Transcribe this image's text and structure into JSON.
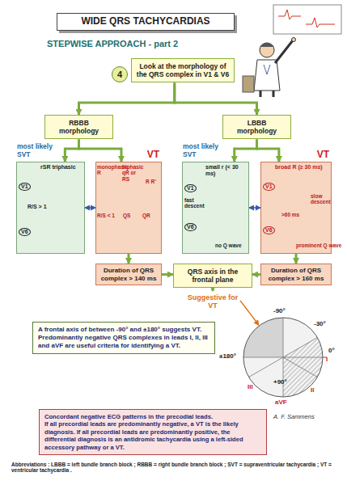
{
  "diagram": {
    "title": "WIDE QRS TACHYCARDIAS",
    "nodes": [
      {
        "text": [
          "4"
        ]
      },
      {
        "text": [
          "Look at the morphology of the QRS complex in V1 & V6"
        ]
      },
      {
        "text": [
          "RBBB morphology"
        ]
      },
      {
        "text": [
          "LBBB morphology"
        ]
      },
      {
        "text": [
          "most likely SVT"
        ]
      },
      {
        "text": [
          "VT"
        ]
      },
      {
        "text": [
          "most likely SVT"
        ]
      },
      {
        "text": [
          "VT"
        ]
      },
      {
        "text": [
          "Duration of QRS complex > 140 ms"
        ]
      },
      {
        "text": [
          "QRS axis in the frontal plane"
        ]
      },
      {
        "text": [
          "Duration of QRS complex > 160 ms"
        ]
      },
      {
        "text": [
          "Suggestive for VT"
        ]
      },
      {
        "text": [
          "-90°",
          "-30°",
          "0°",
          "±180°",
          "+90°",
          "I",
          "II",
          "III",
          "aVF"
        ]
      },
      {
        "text": [
          "A frontal axis of between -90° and ±180° suggests VT.",
          "Predominantly negative QRS complexes in leads I, II, III and aVF are useful criteria for identifying a VT."
        ]
      },
      {
        "text": [
          "Concordant negative ECG patterns in the precodial leads.",
          "If all precordial leads are predominantly negative, a VT is the likely diagnosis. If all precordial leads are predominantly positive, the differential diagnosis is an antidromic tachycardia using a left-sided accessory pathway or a VT."
        ]
      }
    ],
    "edges": [
      {
        "from": 1,
        "to": 2,
        "arrow": "to"
      },
      {
        "from": 1,
        "to": 3,
        "arrow": "to"
      },
      {
        "from": 2,
        "to": 4,
        "arrow": "to"
      },
      {
        "from": 2,
        "to": 5,
        "arrow": "to"
      },
      {
        "from": 3,
        "to": 6,
        "arrow": "to"
      },
      {
        "from": 3,
        "to": 7,
        "arrow": "to"
      },
      {
        "from": 4,
        "to": 5,
        "arrow": "both"
      },
      {
        "from": 6,
        "to": 7,
        "arrow": "both"
      },
      {
        "from": 5,
        "to": 8,
        "arrow": "to"
      },
      {
        "from": 7,
        "to": 10,
        "arrow": "to"
      },
      {
        "from": 8,
        "to": 9,
        "arrow": "to"
      },
      {
        "from": 10,
        "to": 9,
        "arrow": "to"
      },
      {
        "from": 9,
        "to": 11,
        "arrow": "to"
      },
      {
        "from": 11,
        "to": 12,
        "arrow": "to"
      }
    ],
    "labels": [
      "STEPWISE APPROACH - part 2",
      "rSR triphasic",
      "V1",
      "R/S > 1",
      "V6",
      "monophasic R",
      "biphasic qR or RS",
      "R R'",
      "R/S < 1",
      "QS",
      "QR",
      "small r (< 30 ms)",
      "fast descent",
      "V1",
      "V6",
      "no Q wave",
      "broad R (≥ 30 ms)",
      "slow descent",
      ">60 ms",
      "V1",
      "V6",
      "prominent Q wave",
      "A. F. Sammens",
      "Abbreviations : LBBB = left bundle branch block ; RBBB = right bundle branch block ; SVT = supraventricular tachycardia ; VT = ventricular tachycardia ."
    ]
  }
}
